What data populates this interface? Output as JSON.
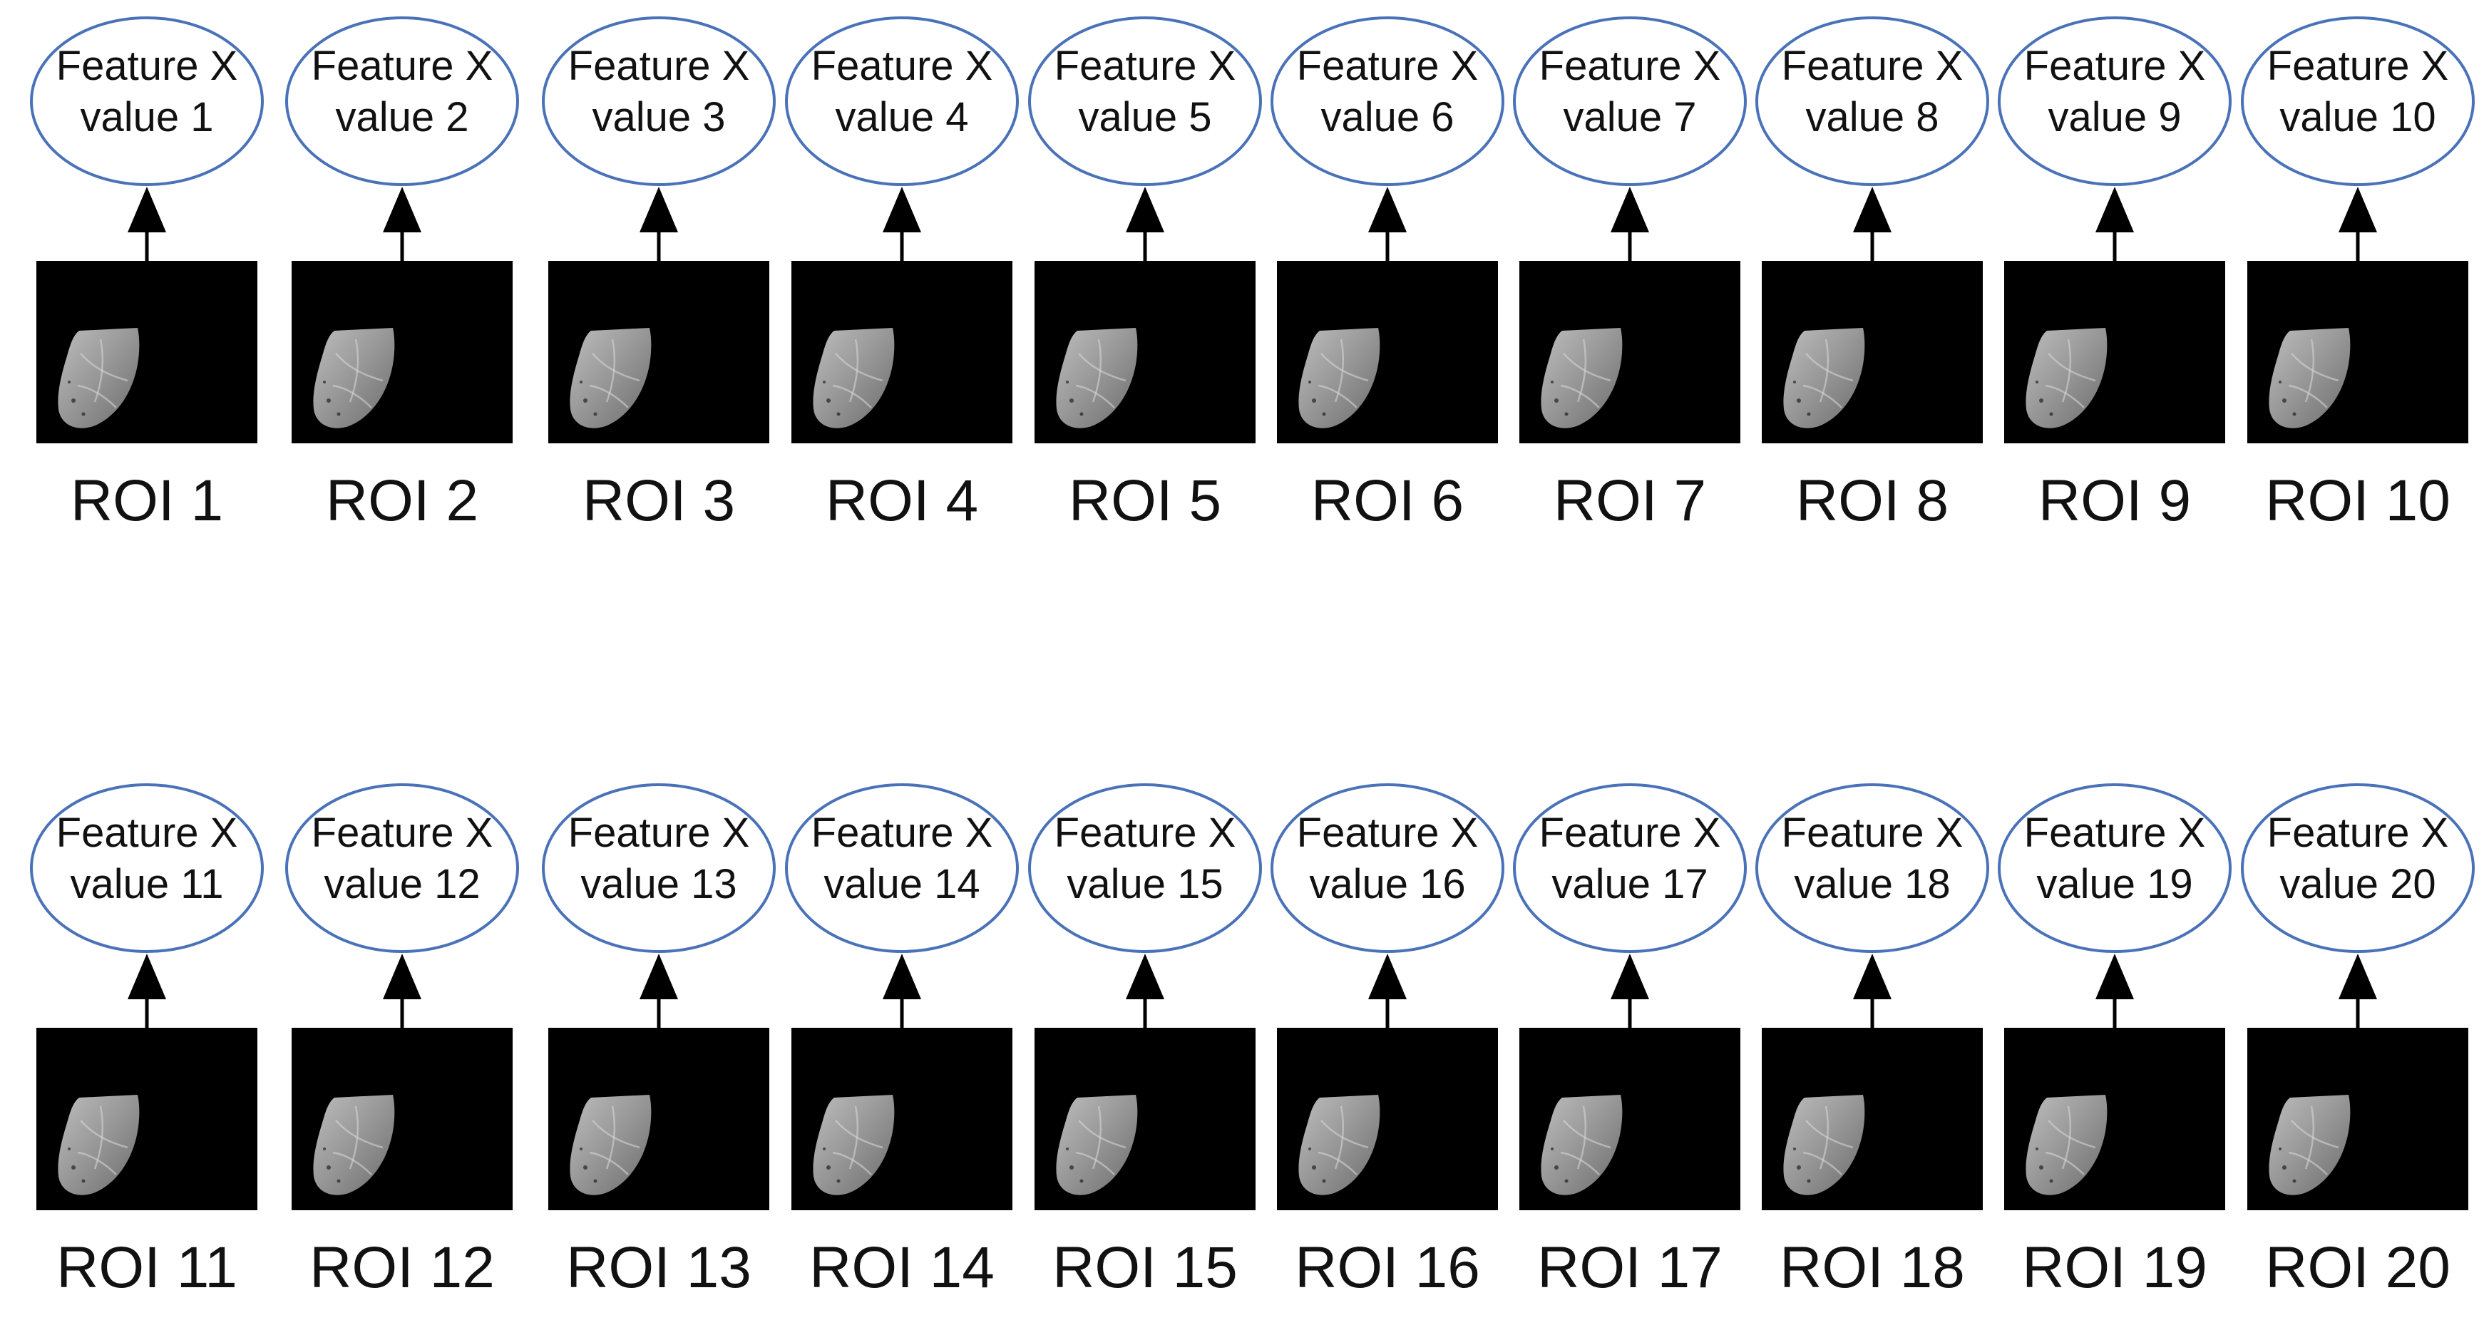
{
  "diagram": {
    "rows": [
      {
        "items": [
          {
            "feature_line1": "Feature X",
            "feature_line2": "value 1",
            "roi_label": "ROI 1"
          },
          {
            "feature_line1": "Feature X",
            "feature_line2": "value 2",
            "roi_label": "ROI 2"
          },
          {
            "feature_line1": "Feature X",
            "feature_line2": "value 3",
            "roi_label": "ROI 3"
          },
          {
            "feature_line1": "Feature X",
            "feature_line2": "value 4",
            "roi_label": "ROI 4"
          },
          {
            "feature_line1": "Feature X",
            "feature_line2": "value 5",
            "roi_label": "ROI 5"
          },
          {
            "feature_line1": "Feature X",
            "feature_line2": "value 6",
            "roi_label": "ROI 6"
          },
          {
            "feature_line1": "Feature X",
            "feature_line2": "value 7",
            "roi_label": "ROI 7"
          },
          {
            "feature_line1": "Feature X",
            "feature_line2": "value 8",
            "roi_label": "ROI 8"
          },
          {
            "feature_line1": "Feature X",
            "feature_line2": "value 9",
            "roi_label": "ROI 9"
          },
          {
            "feature_line1": "Feature X",
            "feature_line2": "value 10",
            "roi_label": "ROI 10"
          }
        ]
      },
      {
        "items": [
          {
            "feature_line1": "Feature X",
            "feature_line2": "value 11",
            "roi_label": "ROI 11"
          },
          {
            "feature_line1": "Feature X",
            "feature_line2": "value 12",
            "roi_label": "ROI 12"
          },
          {
            "feature_line1": "Feature X",
            "feature_line2": "value 13",
            "roi_label": "ROI 13"
          },
          {
            "feature_line1": "Feature X",
            "feature_line2": "value 14",
            "roi_label": "ROI 14"
          },
          {
            "feature_line1": "Feature X",
            "feature_line2": "value 15",
            "roi_label": "ROI 15"
          },
          {
            "feature_line1": "Feature X",
            "feature_line2": "value 16",
            "roi_label": "ROI 16"
          },
          {
            "feature_line1": "Feature X",
            "feature_line2": "value 17",
            "roi_label": "ROI 17"
          },
          {
            "feature_line1": "Feature X",
            "feature_line2": "value 18",
            "roi_label": "ROI 18"
          },
          {
            "feature_line1": "Feature X",
            "feature_line2": "value 19",
            "roi_label": "ROI 19"
          },
          {
            "feature_line1": "Feature X",
            "feature_line2": "value 20",
            "roi_label": "ROI 20"
          }
        ]
      }
    ],
    "colors": {
      "ellipse_stroke": "#4a72b8",
      "image_background": "#000000",
      "text": "#111111",
      "arrow": "#000000"
    }
  }
}
